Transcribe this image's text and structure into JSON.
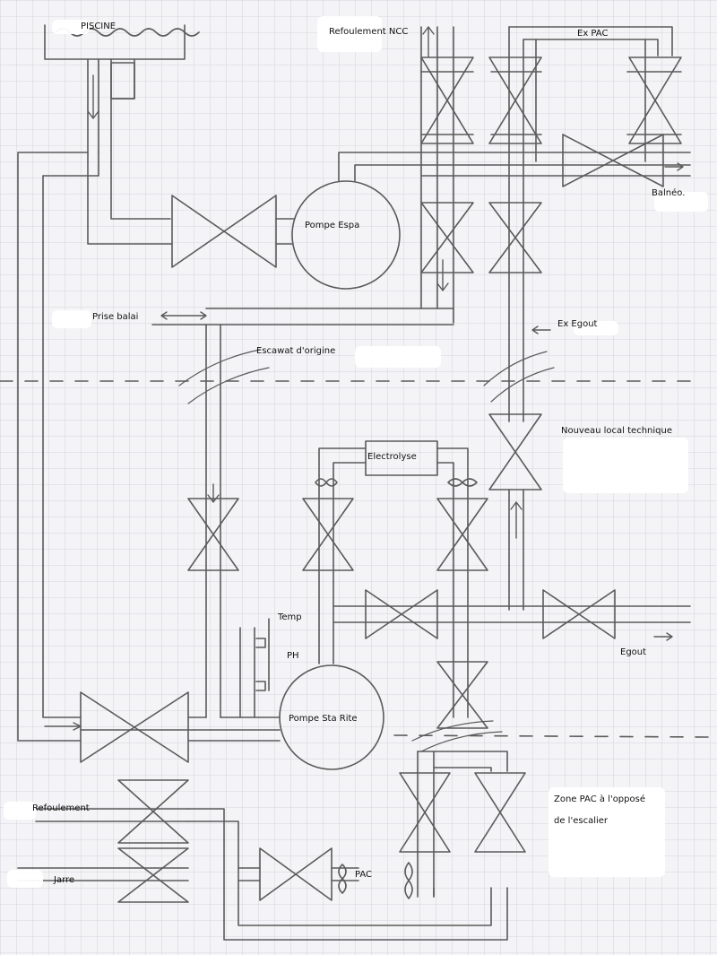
{
  "labels": {
    "piscine": "PISCINE",
    "refoulement_ncc": "Refoulement NCC",
    "ex_pac": "Ex PAC",
    "balneo": "Balnéo.",
    "pompe_espa": "Pompe Espa",
    "prise_balai": "Prise balai",
    "ex_egout": "Ex Egout",
    "escawat": "Escawat d'origine",
    "nouveau_local": "Nouveau local technique",
    "electrolyse": "Electrolyse",
    "temp": "Temp",
    "ph": "PH",
    "pompe_sta_rite": "Pompe Sta Rite",
    "egout": "Egout",
    "refoulement": "Refoulement",
    "jarre": "Jarre",
    "pac": "PAC",
    "zone_pac_1": "Zone PAC à l'opposé",
    "zone_pac_2": "de l'escalier"
  },
  "colors": {
    "paper": "#f4f4f6",
    "grid": "#c9ccd6",
    "pencil": "#555555",
    "pencil_light": "#6a6a6a"
  }
}
